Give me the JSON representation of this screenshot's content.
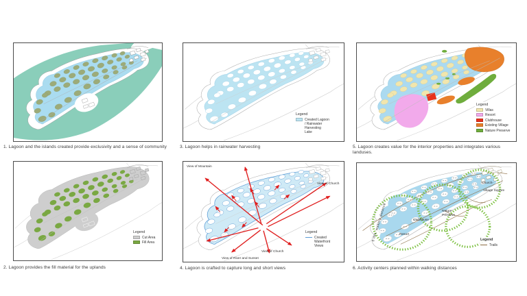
{
  "panels": {
    "p1": {
      "caption": "1. Lagoon and the islands created provide exclusivity and a sense of community",
      "colors": {
        "river": "#8aceba",
        "lagoon": "#aadcf0",
        "island": "#9cab79"
      }
    },
    "p2": {
      "caption": "2. Lagoon provides the fill material for the uplands",
      "legend": {
        "title": "Legend",
        "items": [
          {
            "label": "Cut Area",
            "color": "#cecece"
          },
          {
            "label": "Fill Area",
            "color": "#7aa843"
          }
        ]
      }
    },
    "p3": {
      "caption": "3. Lagoon helps in rainwater harvesting",
      "legend": {
        "title": "Legend",
        "items": [
          {
            "label": "Created Lagoon / Rainwater Harvesting Lake",
            "color": "#bce4f2"
          }
        ]
      },
      "colors": {
        "lagoon": "#bce4f2"
      }
    },
    "p4": {
      "caption": "4. Lagoon is crafted to capture long and short views",
      "legend": {
        "title": "Legend",
        "items": [
          {
            "label": "Created Waterfront Views",
            "color": "#5b9bd5"
          }
        ]
      },
      "labels": {
        "mountain": "View of Mountain",
        "church_ne": "View of Church",
        "church_se": "View of Church",
        "river_sunset": "View of River and Sunset"
      },
      "colors": {
        "arrow": "#e01f1f",
        "shore": "#5b9bd5",
        "lagoon": "#cfeaf6"
      }
    },
    "p5": {
      "caption": "5. Lagoon creates value for the interior properties and integrates various landuses.",
      "legend": {
        "title": "Legend",
        "items": [
          {
            "label": "Villas",
            "color": "#f1e6ad"
          },
          {
            "label": "Resort",
            "color": "#f2aaeb"
          },
          {
            "label": "Clubhouse",
            "color": "#e8321c"
          },
          {
            "label": "Existing Village",
            "color": "#e8802c"
          },
          {
            "label": "Nature Preserve",
            "color": "#6fad3d"
          }
        ]
      },
      "colors": {
        "lagoon": "#abdaf0"
      }
    },
    "p6": {
      "caption": "6. Activity centers planned within walking distances",
      "legend": {
        "title": "Legend",
        "items": [
          {
            "label": "Trails",
            "color": "#8a6a40"
          }
        ]
      },
      "labels": {
        "church": "Church-",
        "village_square": "Village Square",
        "nature_preserve": "Nature Preserve",
        "clubhouse": "Clubhouse",
        "resort": "Resort",
        "walking": "5 min. walking distance"
      },
      "colors": {
        "circle": "#7dc142",
        "trail": "#8a6a40",
        "lagoon": "#a9d8ee"
      }
    }
  }
}
